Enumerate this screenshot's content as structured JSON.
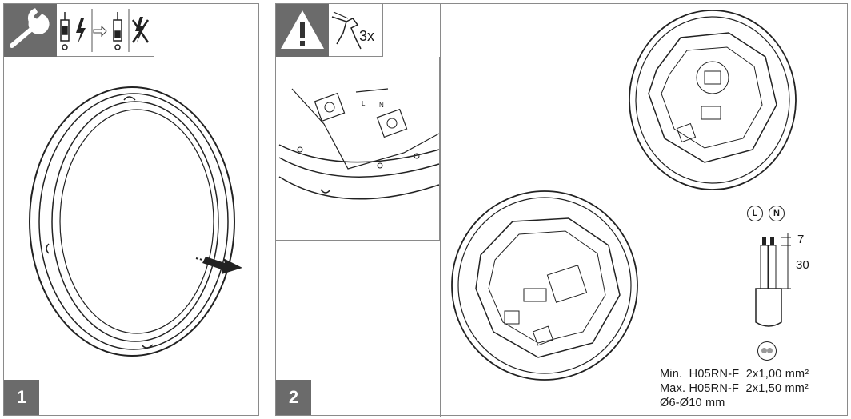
{
  "step1": {
    "number": "1",
    "tool_icon": "wrench-icon",
    "power_icons": [
      "fuse-on-icon",
      "lightning-icon",
      "arrow-icon",
      "fuse-off-icon",
      "no-power-icon"
    ]
  },
  "step2": {
    "number": "2",
    "warning_icon": "warning-triangle-icon",
    "tool_icon": "wire-stripper-icon",
    "repeat_count": "3x",
    "detail_labels": {
      "l": "L",
      "n": "N"
    },
    "connector_labels": {
      "l": "L",
      "n": "N"
    },
    "dimensions": {
      "strip_short": "7",
      "strip_long": "30"
    },
    "specs": [
      "Min.  H05RN-F  2x1,00 mm²",
      "Max. H05RN-F  2x1,50 mm²",
      "Ø6-Ø10 mm"
    ]
  }
}
